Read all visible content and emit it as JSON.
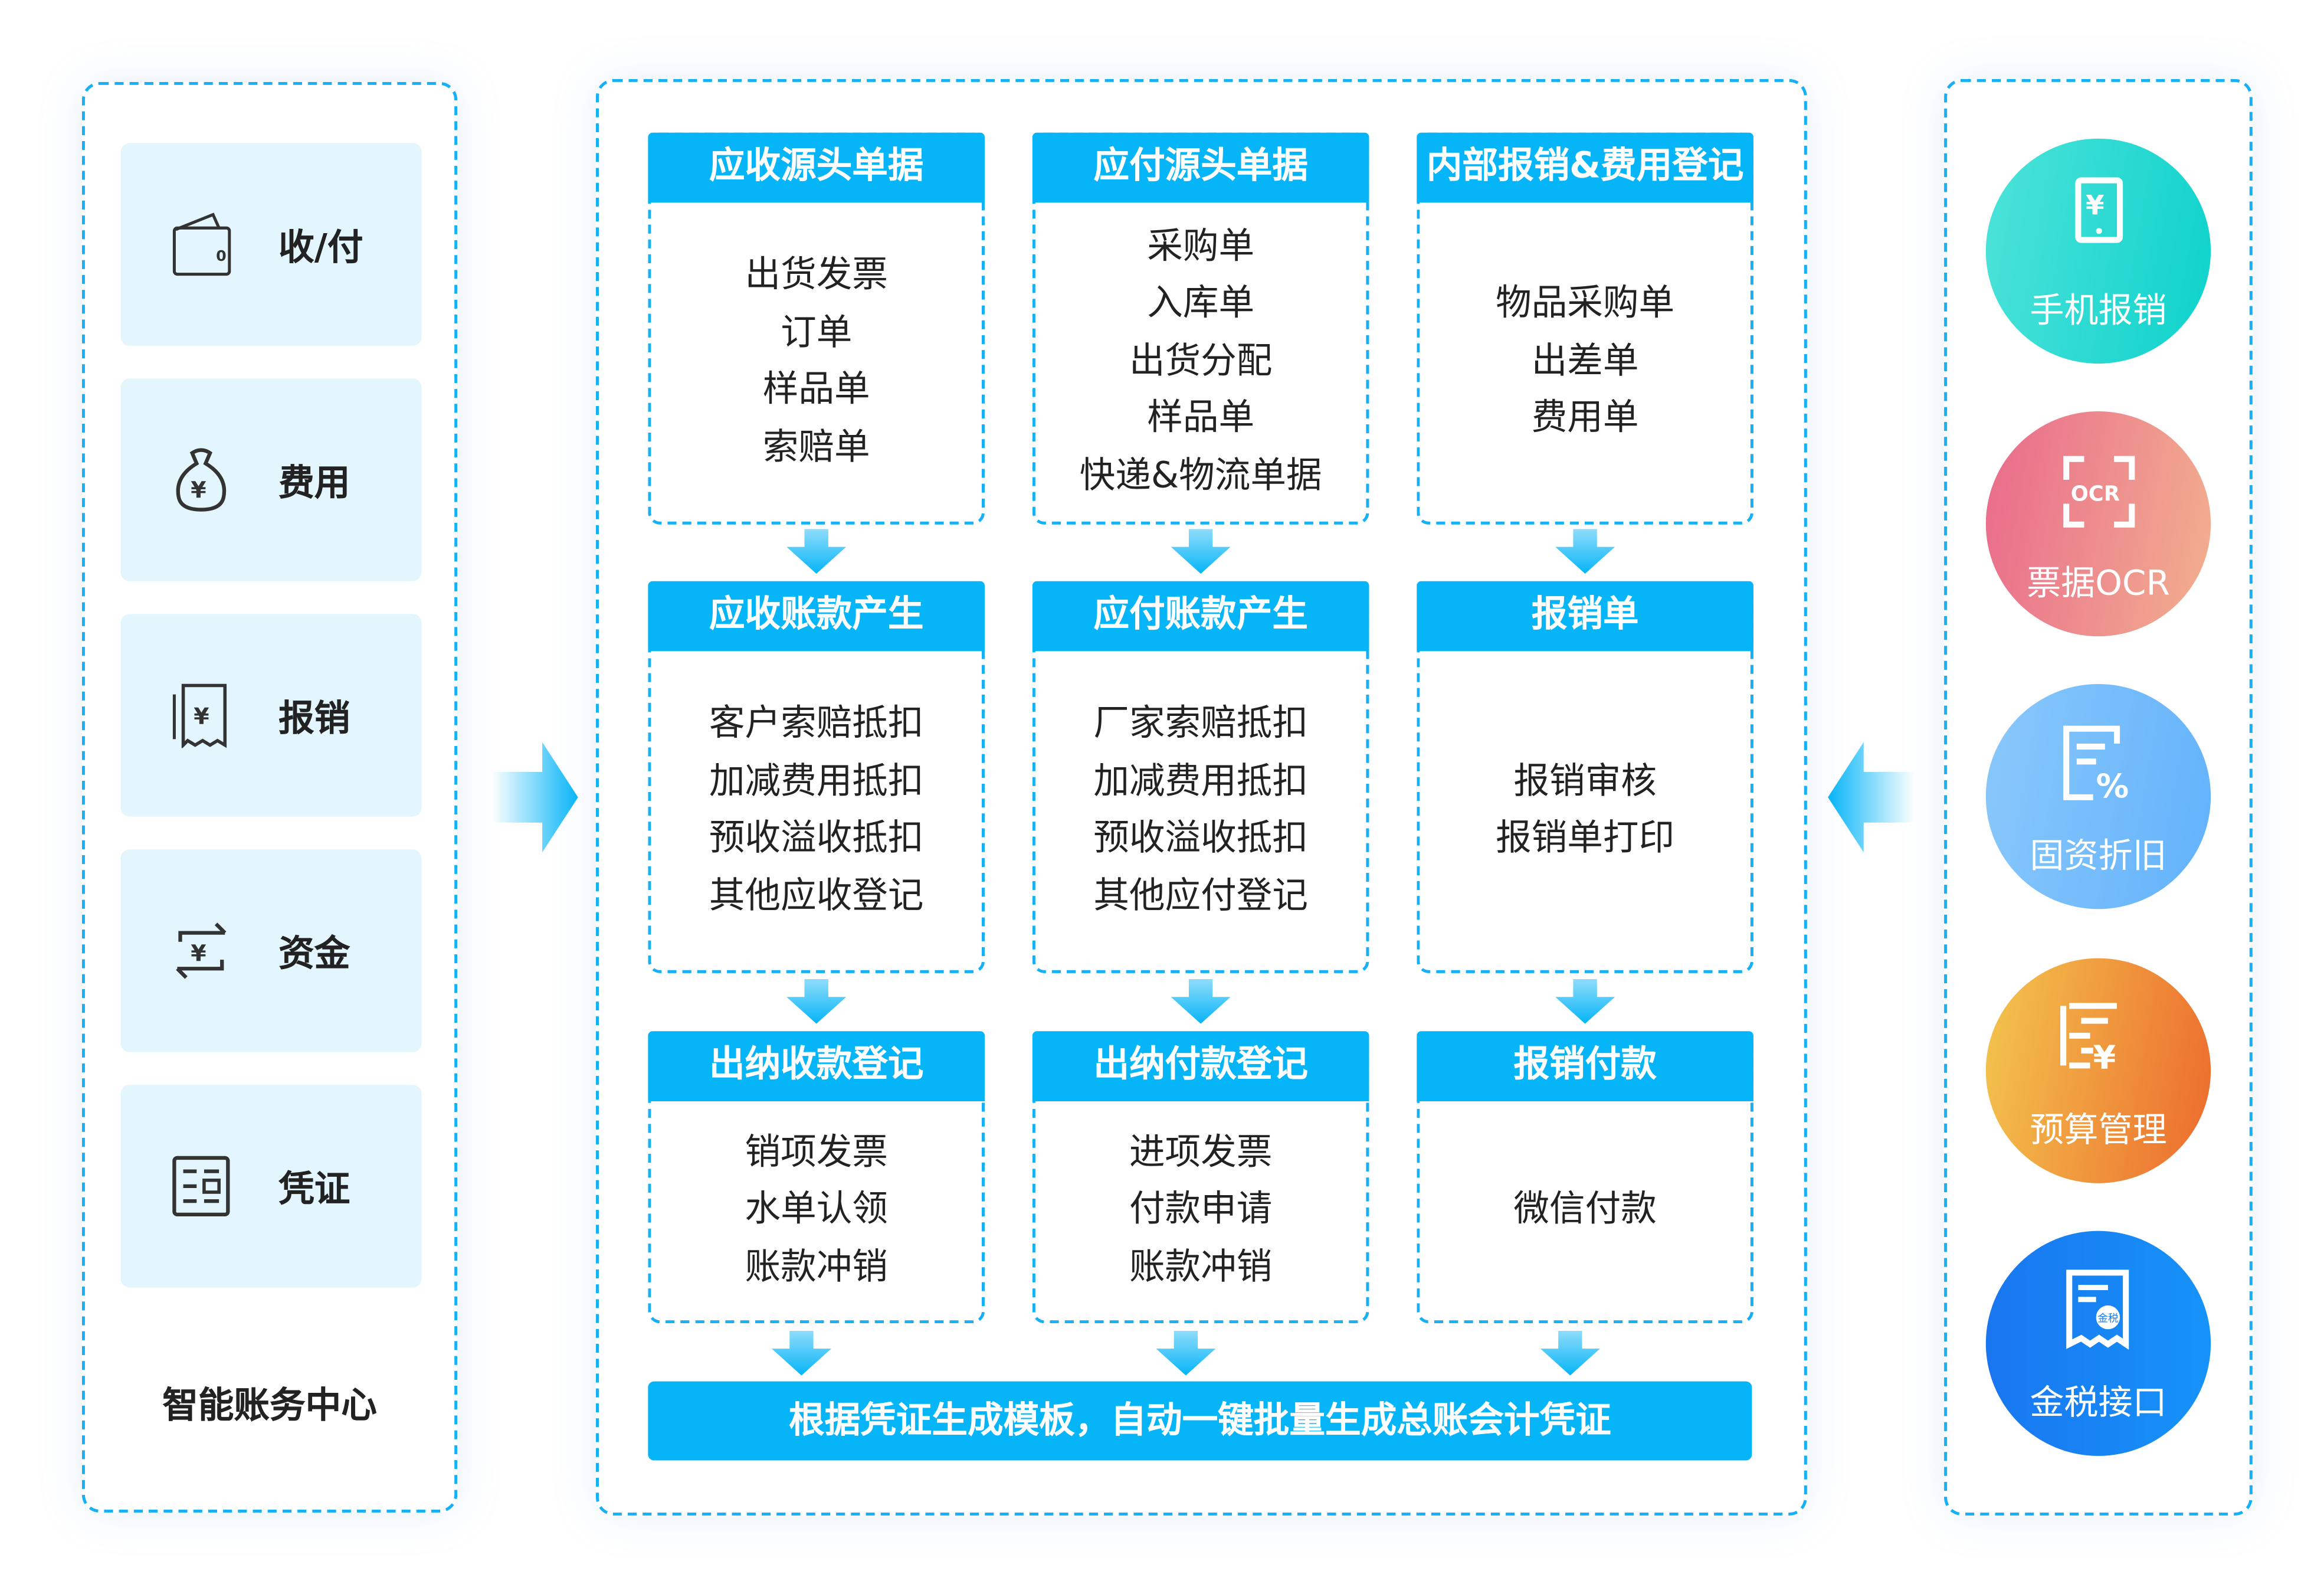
{
  "left_panel": {
    "items": [
      {
        "label": "收/付",
        "icon": "wallet-icon"
      },
      {
        "label": "费用",
        "icon": "money-bag-icon"
      },
      {
        "label": "报销",
        "icon": "receipt-icon"
      },
      {
        "label": "资金",
        "icon": "exchange-icon"
      },
      {
        "label": "凭证",
        "icon": "voucher-icon"
      }
    ],
    "footer": "智能账务中心"
  },
  "flow": {
    "columns": [
      {
        "stages": [
          {
            "title": "应收源头单据",
            "items": [
              "出货发票",
              "订单",
              "样品单",
              "索赔单"
            ]
          },
          {
            "title": "应收账款产生",
            "items": [
              "客户索赔抵扣",
              "加减费用抵扣",
              "预收溢收抵扣",
              "其他应收登记"
            ]
          },
          {
            "title": "出纳收款登记",
            "items": [
              "销项发票",
              "水单认领",
              "账款冲销"
            ]
          }
        ]
      },
      {
        "stages": [
          {
            "title": "应付源头单据",
            "items": [
              "采购单",
              "入库单",
              "出货分配",
              "样品单",
              "快递&物流单据"
            ]
          },
          {
            "title": "应付账款产生",
            "items": [
              "厂家索赔抵扣",
              "加减费用抵扣",
              "预收溢收抵扣",
              "其他应付登记"
            ]
          },
          {
            "title": "出纳付款登记",
            "items": [
              "进项发票",
              "付款申请",
              "账款冲销"
            ]
          }
        ]
      },
      {
        "stages": [
          {
            "title": "内部报销&费用登记",
            "items": [
              "物品采购单",
              "出差单",
              "费用单"
            ]
          },
          {
            "title": "报销单",
            "items": [
              "报销审核",
              "报销单打印"
            ]
          },
          {
            "title": "报销付款",
            "items": [
              "微信付款"
            ]
          }
        ]
      }
    ],
    "bottom_bar": "根据凭证生成模板，自动一键批量生成总账会计凭证"
  },
  "right_panel": {
    "items": [
      {
        "label": "手机报销",
        "icon": "mobile-yuan-icon",
        "colors": [
          "#4ee3d9",
          "#0dd2cc"
        ]
      },
      {
        "label": "票据OCR",
        "icon": "ocr-scan-icon",
        "colors": [
          "#e96a8c",
          "#f2b08f"
        ]
      },
      {
        "label": "固资折旧",
        "icon": "depreciation-icon",
        "colors": [
          "#8ac8fb",
          "#62b2fb"
        ]
      },
      {
        "label": "预算管理",
        "icon": "budget-icon",
        "colors": [
          "#f3c64e",
          "#ec6a2d"
        ]
      },
      {
        "label": "金税接口",
        "icon": "tax-invoice-icon",
        "colors": [
          "#1976f0",
          "#1693f8"
        ]
      }
    ]
  },
  "colors": {
    "accent": "#06b5f8",
    "item_bg": "#e3f5fd",
    "text": "#222222"
  }
}
